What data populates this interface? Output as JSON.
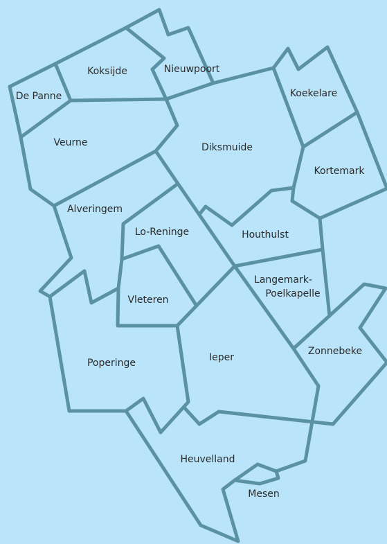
{
  "map": {
    "colors": {
      "background": "#b9e4f9",
      "border": "#5b91a4",
      "label": "#2b2b2b"
    },
    "municipalities": [
      {
        "id": "de-panne",
        "name": "De Panne"
      },
      {
        "id": "koksijde",
        "name": "Koksijde"
      },
      {
        "id": "nieuwpoort",
        "name": "Nieuwpoort"
      },
      {
        "id": "koekelare",
        "name": "Koekelare"
      },
      {
        "id": "veurne",
        "name": "Veurne"
      },
      {
        "id": "diksmuide",
        "name": "Diksmuide"
      },
      {
        "id": "kortemark",
        "name": "Kortemark"
      },
      {
        "id": "alveringem",
        "name": "Alveringem"
      },
      {
        "id": "lo-reninge",
        "name": "Lo-Reninge"
      },
      {
        "id": "houthulst",
        "name": "Houthulst"
      },
      {
        "id": "langemark-poelkapelle",
        "name": "Langemark-",
        "name_line2": "Poelkapelle"
      },
      {
        "id": "vleteren",
        "name": "Vleteren"
      },
      {
        "id": "poperinge",
        "name": "Poperinge"
      },
      {
        "id": "ieper",
        "name": "Ieper"
      },
      {
        "id": "zonnebeke",
        "name": "Zonnebeke"
      },
      {
        "id": "heuvelland",
        "name": "Heuvelland"
      },
      {
        "id": "mesen",
        "name": "Mesen"
      }
    ]
  }
}
